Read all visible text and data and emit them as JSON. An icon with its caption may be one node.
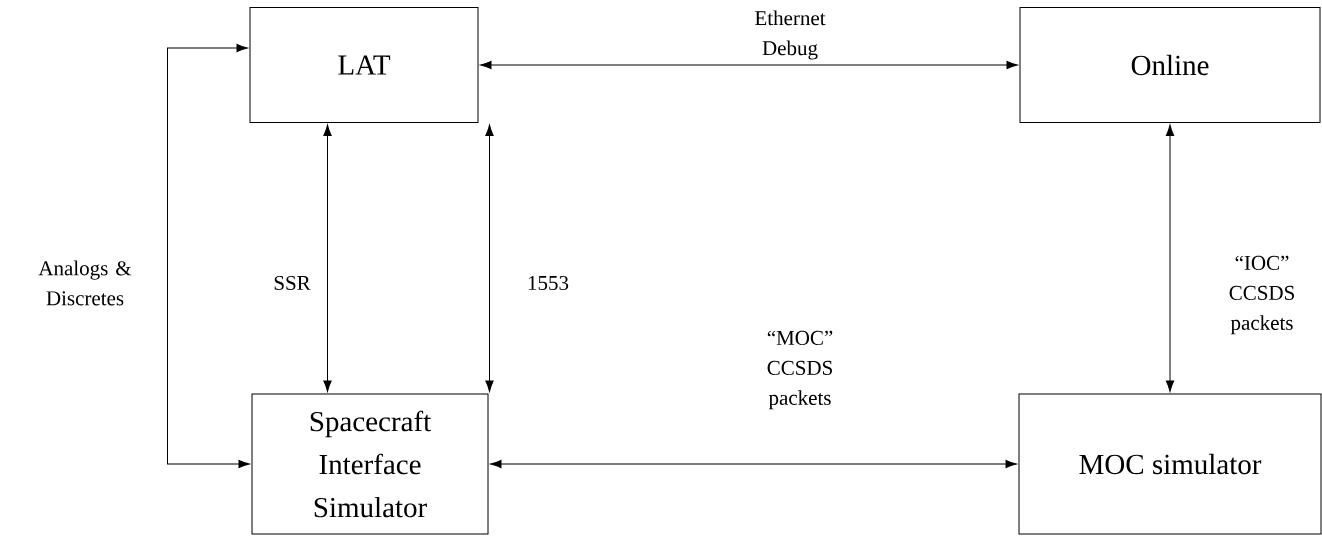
{
  "diagram": {
    "nodes": [
      {
        "text": [
          "LAT"
        ]
      },
      {
        "text": [
          "Online"
        ]
      },
      {
        "text": [
          "Spacecraft Interface Simulator"
        ]
      },
      {
        "text": [
          "MOC simulator"
        ]
      }
    ],
    "edges": [
      {
        "from": 0,
        "to": 1,
        "arrow": "both",
        "label": "Ethernet Debug"
      },
      {
        "from": 0,
        "to": 2,
        "arrow": "both",
        "label": "Analogs & Discretes"
      },
      {
        "from": 0,
        "to": 2,
        "arrow": "both",
        "label": "SSR"
      },
      {
        "from": 0,
        "to": 2,
        "arrow": "both",
        "label": "1553"
      },
      {
        "from": 2,
        "to": 3,
        "arrow": "both",
        "label": "“MOC” CCSDS packets"
      },
      {
        "from": 1,
        "to": 3,
        "arrow": "both",
        "label": "“IOC” CCSDS packets"
      }
    ]
  }
}
